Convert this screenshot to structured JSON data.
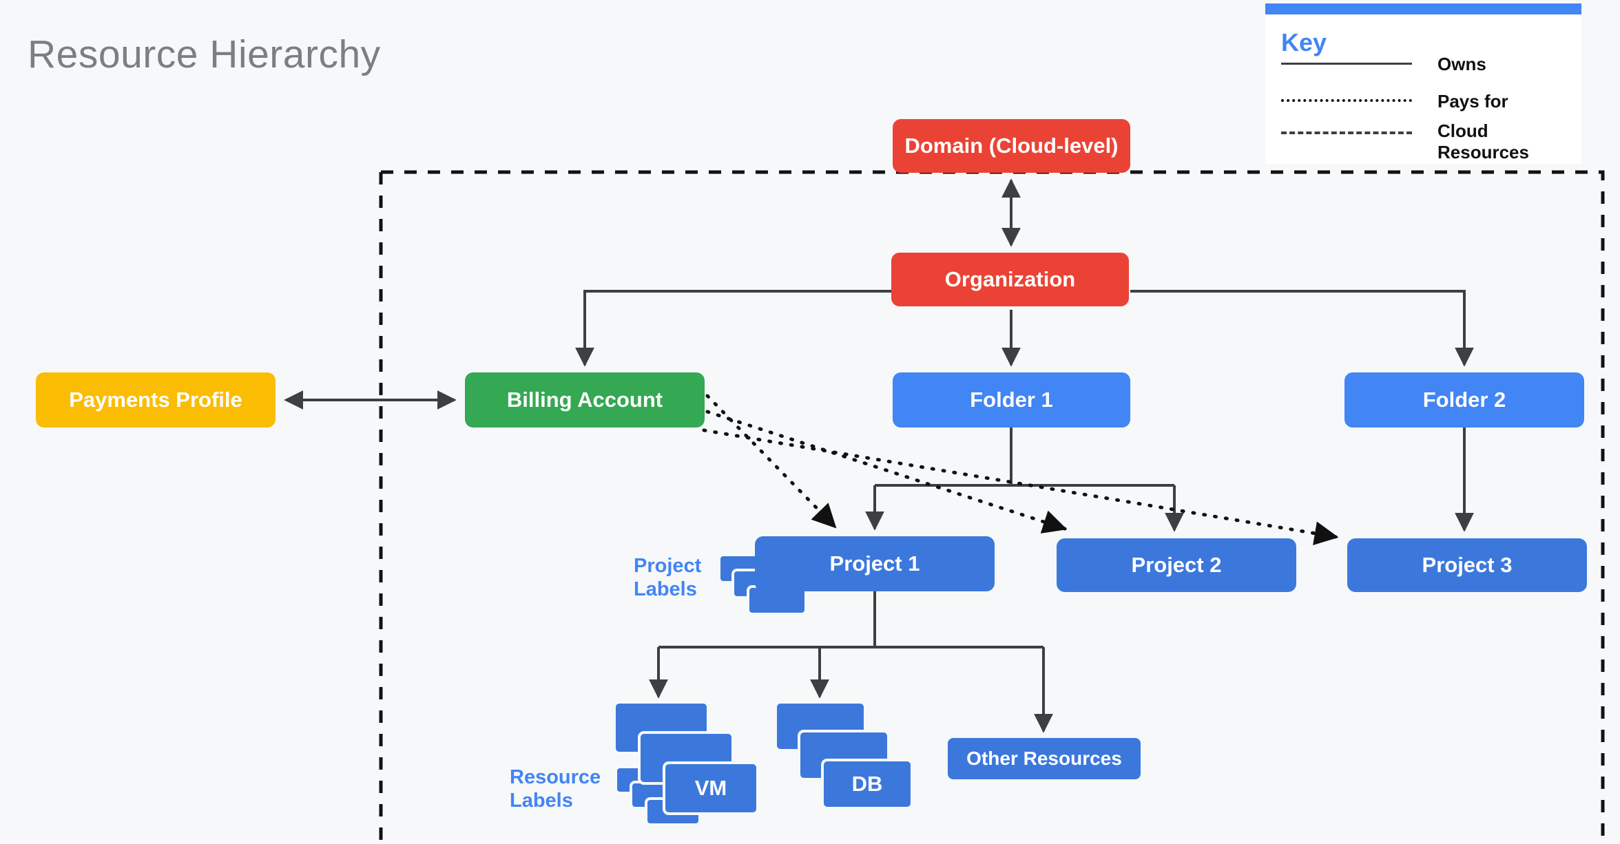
{
  "page": {
    "title": "Resource Hierarchy",
    "background": "#f6f8fa"
  },
  "colors": {
    "red": "#ea4335",
    "green": "#34a853",
    "yellow": "#fbbc04",
    "blue_light": "#4285f4",
    "blue_dark": "#3c78dc",
    "line": "#3c4043",
    "title_gray": "#7b7f83"
  },
  "key": {
    "title": "Key",
    "items": [
      {
        "style": "solid",
        "label": "Owns"
      },
      {
        "style": "dotted",
        "label": "Pays for"
      },
      {
        "style": "dashed",
        "label": "Cloud Resources"
      }
    ]
  },
  "nodes": {
    "domain": "Domain (Cloud-level)",
    "organization": "Organization",
    "payments_profile": "Payments Profile",
    "billing_account": "Billing Account",
    "folder1": "Folder 1",
    "folder2": "Folder 2",
    "project1": "Project 1",
    "project2": "Project 2",
    "project3": "Project 3",
    "vm": "VM",
    "db": "DB",
    "other_resources": "Other Resources"
  },
  "annotations": {
    "project_labels": "Project Labels",
    "resource_labels": "Resource Labels"
  },
  "chart_data": {
    "type": "diagram",
    "title": "Resource Hierarchy",
    "nodes": [
      {
        "id": "domain",
        "label": "Domain (Cloud-level)",
        "color": "#ea4335",
        "level": 0
      },
      {
        "id": "organization",
        "label": "Organization",
        "color": "#ea4335",
        "level": 1
      },
      {
        "id": "payments",
        "label": "Payments Profile",
        "color": "#fbbc04",
        "level": 2
      },
      {
        "id": "billing",
        "label": "Billing Account",
        "color": "#34a853",
        "level": 2
      },
      {
        "id": "folder1",
        "label": "Folder 1",
        "color": "#4285f4",
        "level": 2
      },
      {
        "id": "folder2",
        "label": "Folder 2",
        "color": "#4285f4",
        "level": 2
      },
      {
        "id": "project1",
        "label": "Project 1",
        "color": "#3c78dc",
        "level": 3
      },
      {
        "id": "project2",
        "label": "Project 2",
        "color": "#3c78dc",
        "level": 3
      },
      {
        "id": "project3",
        "label": "Project 3",
        "color": "#3c78dc",
        "level": 3
      },
      {
        "id": "vm",
        "label": "VM",
        "color": "#3c78dc",
        "level": 4
      },
      {
        "id": "db",
        "label": "DB",
        "color": "#3c78dc",
        "level": 4
      },
      {
        "id": "other",
        "label": "Other Resources",
        "color": "#3c78dc",
        "level": 4
      }
    ],
    "edges": [
      {
        "from": "domain",
        "to": "organization",
        "style": "solid",
        "arrows": "both",
        "relation": "Owns"
      },
      {
        "from": "payments",
        "to": "billing",
        "style": "solid",
        "arrows": "both",
        "relation": "Owns"
      },
      {
        "from": "organization",
        "to": "billing",
        "style": "solid",
        "arrows": "to",
        "relation": "Owns"
      },
      {
        "from": "organization",
        "to": "folder1",
        "style": "solid",
        "arrows": "to",
        "relation": "Owns"
      },
      {
        "from": "organization",
        "to": "folder2",
        "style": "solid",
        "arrows": "to",
        "relation": "Owns"
      },
      {
        "from": "folder1",
        "to": "project1",
        "style": "solid",
        "arrows": "to",
        "relation": "Owns"
      },
      {
        "from": "folder1",
        "to": "project2",
        "style": "solid",
        "arrows": "to",
        "relation": "Owns"
      },
      {
        "from": "folder2",
        "to": "project3",
        "style": "solid",
        "arrows": "to",
        "relation": "Owns"
      },
      {
        "from": "project1",
        "to": "vm",
        "style": "solid",
        "arrows": "to",
        "relation": "Owns"
      },
      {
        "from": "project1",
        "to": "db",
        "style": "solid",
        "arrows": "to",
        "relation": "Owns"
      },
      {
        "from": "project1",
        "to": "other",
        "style": "solid",
        "arrows": "to",
        "relation": "Owns"
      },
      {
        "from": "billing",
        "to": "project1",
        "style": "dotted",
        "arrows": "to",
        "relation": "Pays for"
      },
      {
        "from": "billing",
        "to": "project2",
        "style": "dotted",
        "arrows": "to",
        "relation": "Pays for"
      },
      {
        "from": "billing",
        "to": "project3",
        "style": "dotted",
        "arrows": "to",
        "relation": "Pays for"
      }
    ],
    "boundary": {
      "style": "dashed",
      "label": "Cloud Resources"
    },
    "legend": {
      "position": "top-right",
      "entries": [
        "Owns",
        "Pays for",
        "Cloud Resources"
      ]
    }
  }
}
